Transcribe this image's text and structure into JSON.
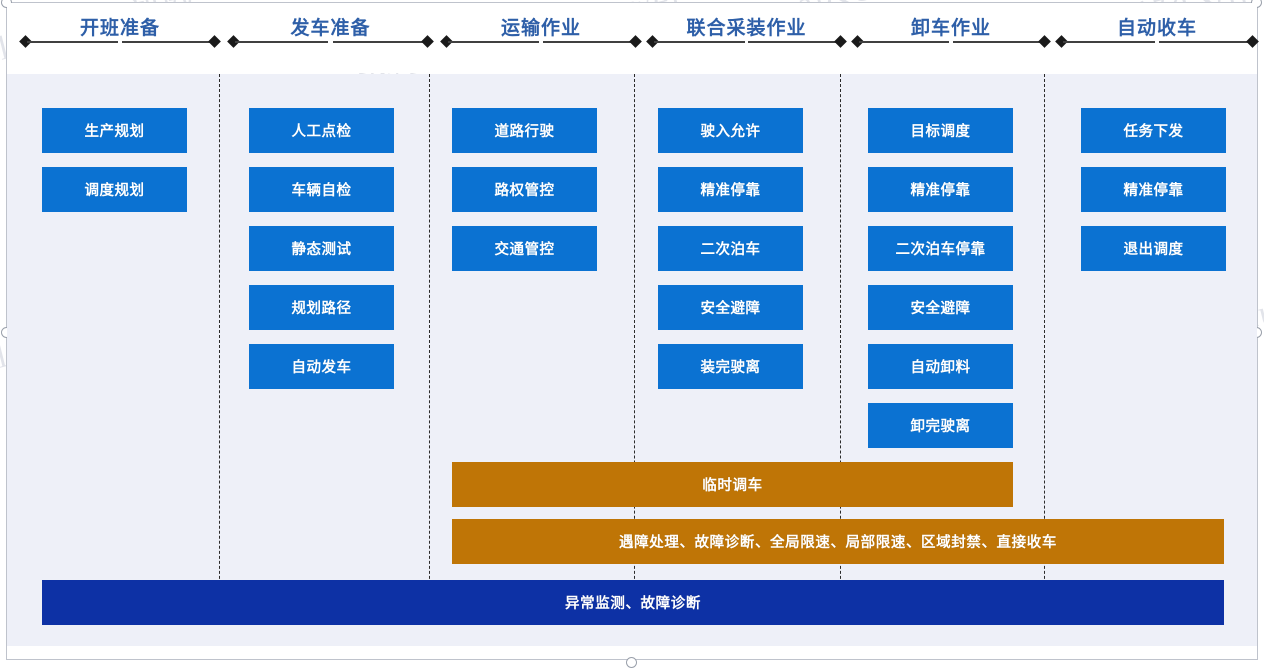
{
  "theme": {
    "node_blue": "#0b72d2",
    "bar_orange": "#bf7506",
    "bar_navy": "#0d31a5",
    "panel_bg": "#eef0f8",
    "title_blue": "#2E5FA8"
  },
  "watermarks": [
    "local&&刘威",
    "战略客户部&&liuwei",
    "local&&刘威",
    "战略客户部&&liuwei",
    "local&&刘威",
    "战略客户部&&liuwei",
    "local&&liuwei",
    "战略客户部&&liuwei",
    "local&&刘威",
    "战略客户部&&liuwei"
  ],
  "phases": [
    {
      "title": "开班准备",
      "nodes": [
        "生产规划",
        "调度规划"
      ]
    },
    {
      "title": "发车准备",
      "nodes": [
        "人工点检",
        "车辆自检",
        "静态测试",
        "规划路径",
        "自动发车"
      ]
    },
    {
      "title": "运输作业",
      "nodes": [
        "道路行驶",
        "路权管控",
        "交通管控"
      ]
    },
    {
      "title": "联合采装作业",
      "nodes": [
        "驶入允许",
        "精准停靠",
        "二次泊车",
        "安全避障",
        "装完驶离"
      ]
    },
    {
      "title": "卸车作业",
      "nodes": [
        "目标调度",
        "精准停靠",
        "二次泊车停靠",
        "安全避障",
        "自动卸料",
        "卸完驶离"
      ]
    },
    {
      "title": "自动收车",
      "nodes": [
        "任务下发",
        "精准停靠",
        "退出调度"
      ]
    }
  ],
  "bars": [
    {
      "label": "临时调车",
      "color_key": "bar_orange"
    },
    {
      "label": "遇障处理、故障诊断、全局限速、局部限速、区域封禁、直接收车",
      "color_key": "bar_orange"
    },
    {
      "label": "异常监测、故障诊断",
      "color_key": "bar_navy"
    }
  ]
}
